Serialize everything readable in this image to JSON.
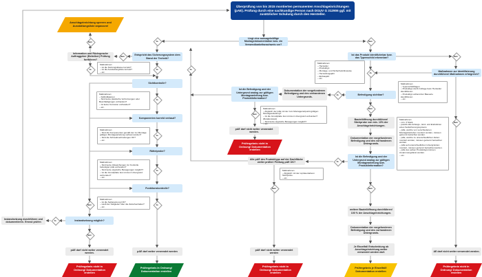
{
  "colors": {
    "decision": "#d4eafb",
    "process": "#ececec",
    "title": "#0b3f91",
    "fail": "#d7141a",
    "pass": "#0a7a34",
    "lock": "#f5a800",
    "case": "#f8c300",
    "line": "#b0b0b0"
  },
  "nodes": {
    "title": "Überprüfung von bis 2015 montierten permanenten Anschlageinrichtungen (pAE). Prüfung durch eine sachkundige Person nach DGUV G 312906 ggf. mit zusätzlicher Schulung durch den Hersteller.",
    "q_doc": "Liegt eine aussagekräftige Montagedokumentation bzw. ein Verwendbarkeitsnachweis vor?",
    "orange": "Anschlageinrichtung sperren und Ausstattungsliste anpassen!",
    "info": "Information und Rücksprache Auftraggeber (Betreiber) Prüfung fortführen?",
    "q_stand": "Entspricht das Sicherungssystem dem Stand der Technik?",
    "m_class": "Maßnahmen:\n– Ist die Nutzungsklasse korrekt?\n– Ist die Ausstattungsliste korrekt?\n– etc.",
    "q_sicht": "Sichtkontrolle?",
    "m_sicht": "Maßnahmen:\n– Fallindikatoren\n– Sind keine plastische Verformungen oder Beschädigungen vorhanden?\n– Ist keine Korrosion vorhanden?\n– etc.",
    "q_komp": "Komponenten korrekt verbaut?",
    "m_komp": "Maßnahmen:\n– Sind die Komponenten gemäß der zur Montage gültigen Montageanleitung verbaut worden?\n– Sind die Schraubverbindungen OK?\n– etc.",
    "q_ruettel": "Rüttelprobe?",
    "m_ruettel": "Maßnahmen:\n– Sind keine Abweichungen zur Kontrolle befestigter pAE vorhanden?\n– Sind keine atypische Bewegungen möglich?\n– Ist die Grundplatte fest mit dem Untergrund verbunden?\n– etc.",
    "q_funk": "Funktionskontrolle?",
    "m_funk": "Maßnahmen:\n– Ist die Seilspannung OK?\n– Läuft der Seilgleiter über die Zwischenhalter?\n– etc.",
    "q_inst": "Instandsetzung möglich?",
    "g_inst": "Instandsetzung durchführen und dokumentieren. Erneut prüfen",
    "g_notuse1": "pAE darf nicht weiter verwendet werden.",
    "red1": "Prüfergebnis nicht in Ordnung! Dokumentation erstellen",
    "g_use": "pAE darf weiter verwendet werden",
    "green": "Prüfergebnis in Ordnung! Dokumentation erstellen",
    "q_bef1": "Ist die Befestigung und der Untergrund analog zur gültigen Montageanleitung bzw. Produktinformation?",
    "g_doc1": "Dokumentation der vorgefundenen Befestigung und des vorhandenen Untergrunds.",
    "m_ident": "Maßnahmen:\n– Hersteller\n– Produkttyp\n– Montage- und Sicherheitshinweise\n– Herstellungsjahr\n– Einbaujahr\n– etc.",
    "q_ident": "Ist das Produkt identifizierbar bzw. das Typenschild erkennbar?",
    "q_identm": "Maßnahmen zur Identifizierung durchführen! Maßnahmen erfolgreich?",
    "m_identm": "Maßnahmen:\n– Typenschildfragen\n– Produkttyp durch Anfrage beim Hersteller identifizieren\n– Produkttyp anhand der Bauserie identifizieren\n– etc.",
    "q_sichtbar": "Befestigung sichtbar?",
    "m_bef1": "Maßnahmen:\n– Abgleich der pAE mit der zum Montagezeitpunkt gültigen Montageanleitung?\n– Ist die Grundplatte fest mit dem Untergrund verbunden? (Rotationstest)\n– Sind keine atypische Bewegungen möglich?\n– etc.",
    "g_notuse2": "pAE darf nicht weiter verwendet werden.",
    "red2": "Prüfergebnis nicht in Ordnung! Dokumentation erstellen",
    "q_alle": "Alle pAE des Produkttyps auf der Dachfläche weiter prüfen! Prüfung pAE OK?",
    "m_alle": "Maßnahmen:\n– Abgleich mit der repräsentativen Stichprobe.\n– etc.",
    "g_notuse3": "pAE darf nicht weiter verwendet werden",
    "red3": "Prüfergebnis nicht in Ordnung! Dokumentation erstellen",
    "g_oeff": "Bauteilöffnung durchführen! Stichprobe von min. 10% der Anschlageinrichtungen.",
    "g_doc2": "Dokumentation der vorgefundenen Befestigung und des vorhandenen Untergrunds.",
    "q_bef2": "Ist die Befestigung und der Untergrund analog zur gültigen Montageanleitung bzw. Produktinformation?",
    "m_stich": "Maßnahmen:\n– min. 3 Stück\n– jeweils alle Anfangs-, End- und Endstützen eines Seilsicherungssystems\n– pAE, welche von verschiedenen Montagebetrieben montiert wurden, müssen getrennt betrachtet werden.\n– pAE, welche zu unterschiedlichen Zeiten montiert wurden, müssen getrennt betrachtet werden.\n– pAE auf unterschiedlichen Untergründen montiert, müssen getrennt betrachtet werden.\n– pAE des selben Produkttyps können zusammengefasst werden.\n– etc.",
    "g_oeff100": "weitere Bauteilöffnung durchführen! 100 % der Anschlageinrichtungen.",
    "g_doc3": "Dokumentation der vorgefundenen Befestigung und des vorhandenen Untergrunds.",
    "g_einzel": "Je Einzelfall Entscheidung ob Anschlageinrichtung weiter verwendet werden darf.",
    "yellow": "Prüfergebnis je Einzelfall! Dokumentation erstellen",
    "g_notuse4": "AE darf nicht weiter verwendet werden.",
    "red4": "Prüfergebnis nicht in Ordnung! Dokumentation erstellen"
  },
  "decisions": [
    "Nein",
    "Nein",
    "Ja",
    "Ja",
    "Ja",
    "Ja",
    "Ja",
    "Ja",
    "Ja",
    "Nein",
    "Ja",
    "Nein",
    "Ja",
    "Nein",
    "Ja",
    "Nein",
    "Ja",
    "Nein",
    "Nein",
    "Nein",
    "Ja",
    "Nein",
    "Nein"
  ]
}
